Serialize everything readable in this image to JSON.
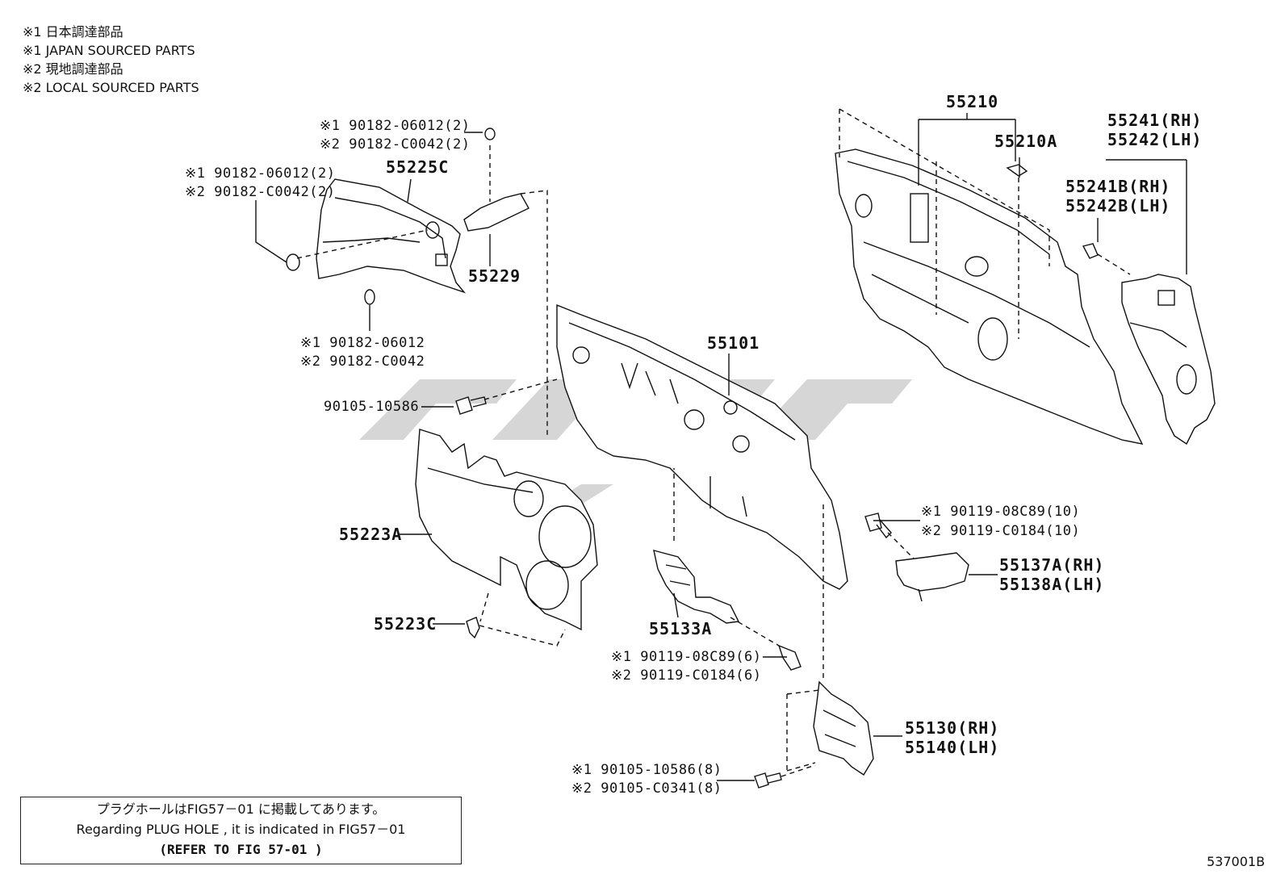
{
  "legend": [
    "※1 日本調達部品",
    "※1 JAPAN SOURCED PARTS",
    "※2 現地調達部品",
    "※2 LOCAL SOURCED PARTS"
  ],
  "labels": {
    "p90182_2_top_a": "※1 90182-06012(2)",
    "p90182_2_top_b": "※2 90182-C0042(2)",
    "p90182_2_left_a": "※1 90182-06012(2)",
    "p90182_2_left_b": "※2 90182-C0042(2)",
    "p55225C": "55225C",
    "p55229": "55229",
    "p90182_a": "※1 90182-06012",
    "p90182_b": "※2 90182-C0042",
    "p55101": "55101",
    "p90105_10586": "90105-10586",
    "p55223A": "55223A",
    "p55223C": "55223C",
    "p55133A": "55133A",
    "p90119_6_a": "※1 90119-08C89(6)",
    "p90119_6_b": "※2 90119-C0184(6)",
    "p55210": "55210",
    "p55210A": "55210A",
    "p55241": "55241(RH)",
    "p55242": "55242(LH)",
    "p55241B": "55241B(RH)",
    "p55242B": "55242B(LH)",
    "p90119_10_a": "※1 90119-08C89(10)",
    "p90119_10_b": "※2 90119-C0184(10)",
    "p55137A": "55137A(RH)",
    "p55138A": "55138A(LH)",
    "p55130": "55130(RH)",
    "p55140": "55140(LH)",
    "p90105_8_a": "※1 90105-10586(8)",
    "p90105_8_b": "※2 90105-C0341(8)"
  },
  "note": {
    "line1": "プラグホールはFIG57－01 に掲載してあります。",
    "line2": "Regarding  PLUG HOLE , it is indicated  in  FIG57－01",
    "line3": "(REFER TO FIG 57-01  )"
  },
  "figure_number": "537001B"
}
